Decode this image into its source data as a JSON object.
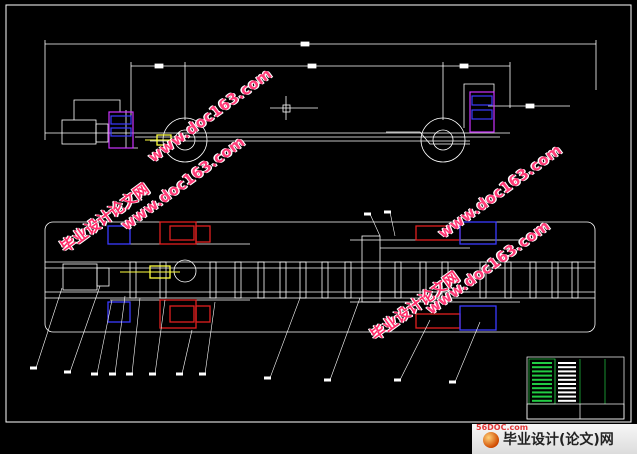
{
  "watermarks": {
    "site_cn": "毕业设计论文网",
    "site_url": "www.doc163.com"
  },
  "footer": {
    "site_url": "56DOC.com",
    "site_name": "毕业设计(论文)网"
  },
  "colors": {
    "outline": "#ffffff",
    "accent_blue": "#3b3bff",
    "accent_red": "#e02020",
    "accent_yellow": "#ffff40",
    "accent_magenta": "#cc33ff",
    "title_block_green": "#22cc44"
  }
}
